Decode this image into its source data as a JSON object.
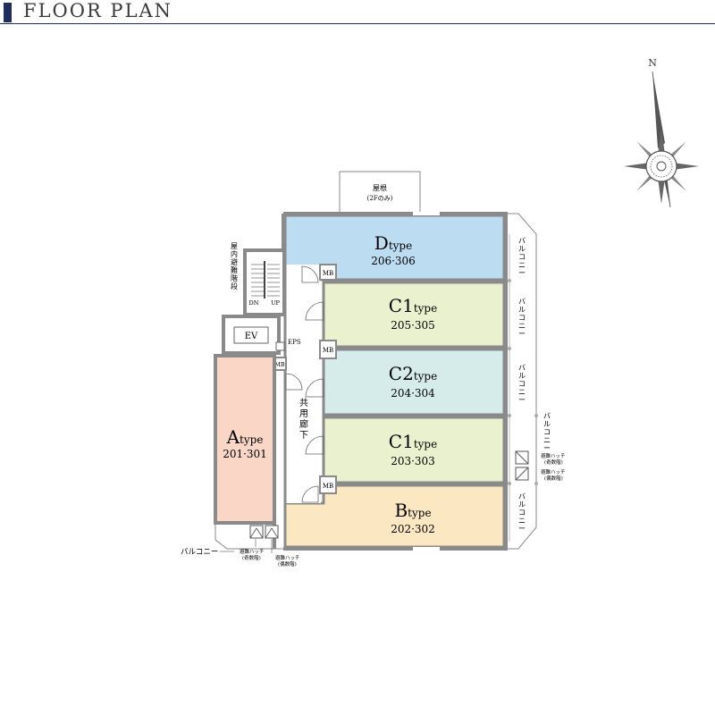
{
  "header": {
    "title": "FLOOR PLAN"
  },
  "compass": {
    "north": "N"
  },
  "roof": {
    "line1": "屋根",
    "line2": "(2Fのみ)"
  },
  "stairs": {
    "label": "屋内避難階段",
    "dn": "DN",
    "up": "UP"
  },
  "corridor": {
    "label": "共用廊下"
  },
  "fixtures": {
    "mb": "MB",
    "eps": "EPS",
    "ev": "EV"
  },
  "units": [
    {
      "letter": "D",
      "suffix": "type",
      "rooms": "206·306",
      "color": "#bcdcf2"
    },
    {
      "letter": "C1",
      "suffix": "type",
      "rooms": "205·305",
      "color": "#eaf1cf"
    },
    {
      "letter": "C2",
      "suffix": "type",
      "rooms": "204·304",
      "color": "#d5ecea"
    },
    {
      "letter": "C1",
      "suffix": "type",
      "rooms": "203·303",
      "color": "#eaf1cf"
    },
    {
      "letter": "B",
      "suffix": "type",
      "rooms": "202·302",
      "color": "#fbe8c2"
    },
    {
      "letter": "A",
      "suffix": "type",
      "rooms": "201·301",
      "color": "#f9d6c6"
    }
  ],
  "balcony": {
    "label": "バルコニー"
  },
  "hatch": {
    "odd": "避難ハッチ",
    "odd_sub": "(奇数階)",
    "even": "避難ハッチ",
    "even_sub": "(偶数階)"
  },
  "colors": {
    "wall": "#8a8a8a",
    "accent": "#1f2d5a"
  }
}
